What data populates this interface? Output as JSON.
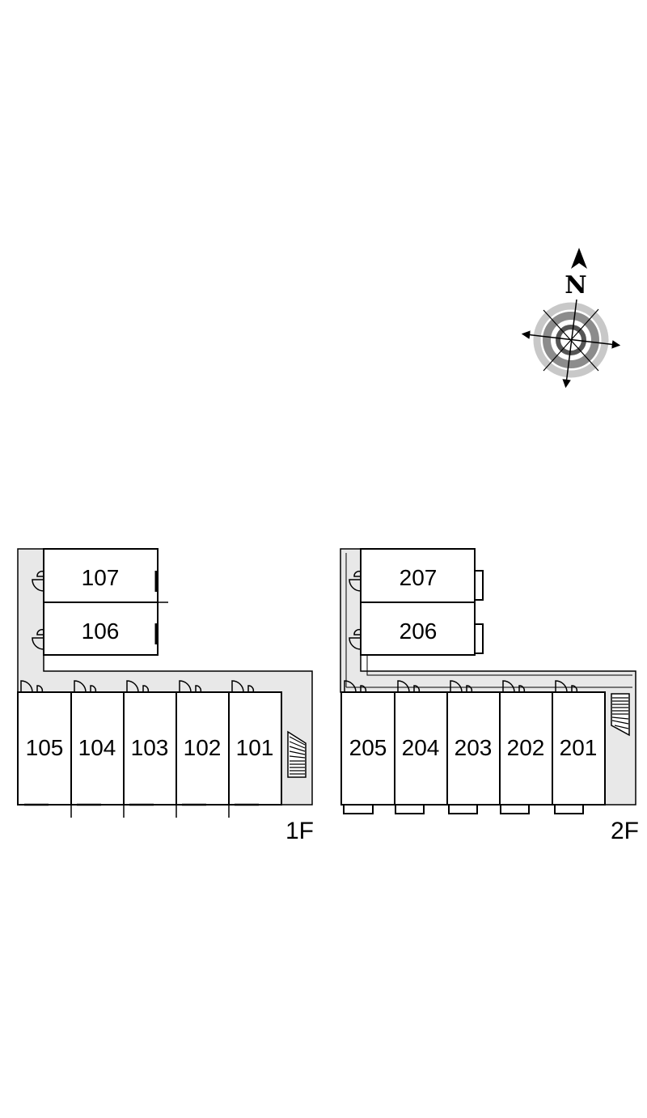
{
  "compass": {
    "north_label": "N",
    "icon": "compass-rose-icon"
  },
  "floor1": {
    "label": "1F",
    "upper_units": [
      "107",
      "106"
    ],
    "row_units": [
      "105",
      "104",
      "103",
      "102",
      "101"
    ]
  },
  "floor2": {
    "label": "2F",
    "upper_units": [
      "207",
      "206"
    ],
    "row_units": [
      "205",
      "204",
      "203",
      "202",
      "201"
    ]
  },
  "colors": {
    "corridor": "#e8e8e8",
    "outline": "#000000",
    "compass_ring": "#9a9a9a"
  }
}
